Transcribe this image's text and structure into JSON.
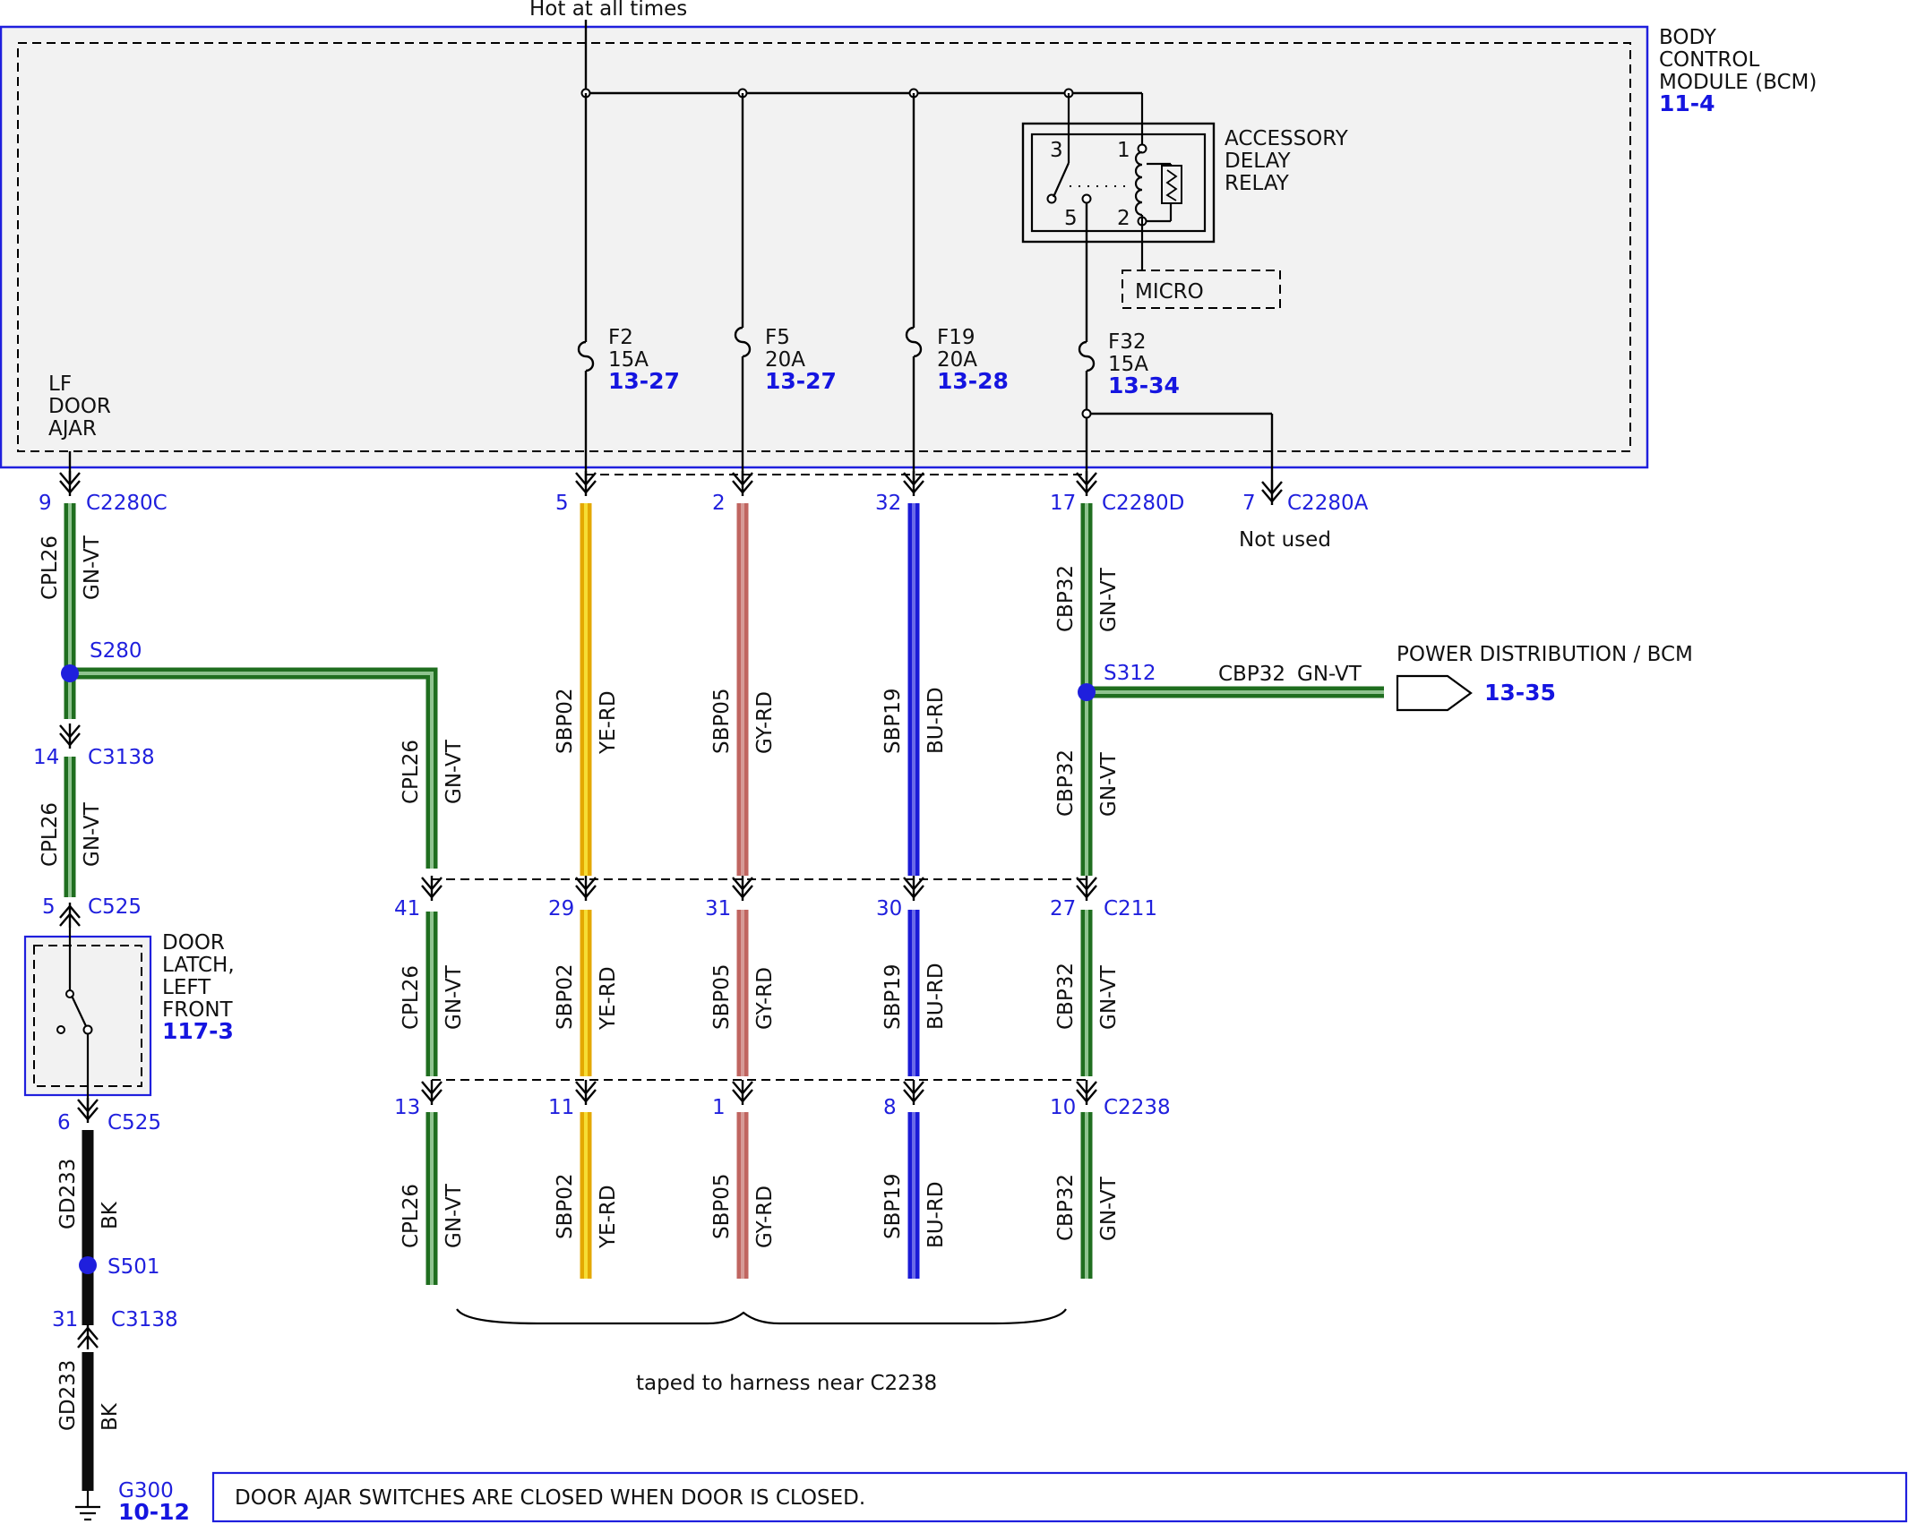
{
  "colors": {
    "GN-VT": [
      "#1f6e1f",
      "#8fc38f"
    ],
    "YE-RD": [
      "#e4a800",
      "#f6dd35"
    ],
    "GY-RD": [
      "#c06560",
      "#d69a96"
    ],
    "BU-RD": [
      "#1a1ad6",
      "#6a6ae8"
    ],
    "BK": [
      "#0c0c0c",
      "#0c0c0c"
    ],
    "accent_blue": "#1f1fdd"
  },
  "header": {
    "hot_label": "Hot at all times"
  },
  "bcm": {
    "name_lines": [
      "BODY",
      "CONTROL",
      "MODULE (BCM)"
    ],
    "ref": "11-4"
  },
  "lf_door_ajar": [
    "LF",
    "DOOR",
    "AJAR"
  ],
  "relay": {
    "name_lines": [
      "ACCESSORY",
      "DELAY",
      "RELAY"
    ],
    "pins": [
      "3",
      "1",
      "5",
      "2"
    ],
    "micro": "MICRO"
  },
  "fuses": [
    {
      "name": "F2",
      "rating": "15A",
      "ref": "13-27"
    },
    {
      "name": "F5",
      "rating": "20A",
      "ref": "13-27"
    },
    {
      "name": "F19",
      "rating": "20A",
      "ref": "13-28"
    },
    {
      "name": "F32",
      "rating": "15A",
      "ref": "13-34"
    }
  ],
  "connectors": {
    "c2280c": {
      "pin": "9",
      "name": "C2280C"
    },
    "c2280d_row": {
      "pins": [
        "5",
        "2",
        "32",
        "17"
      ],
      "name": "C2280D"
    },
    "c2280a": {
      "pin": "7",
      "name": "C2280A",
      "note": "Not used"
    },
    "c3138_top": {
      "pin": "14",
      "name": "C3138"
    },
    "c525_top": {
      "pin": "5",
      "name": "C525"
    },
    "c525_bottom": {
      "pin": "6",
      "name": "C525"
    },
    "c211_row": {
      "pins": [
        "41",
        "29",
        "31",
        "30",
        "27"
      ],
      "name": "C211"
    },
    "c2238_row": {
      "pins": [
        "13",
        "11",
        "1",
        "8",
        "10"
      ],
      "name": "C2238"
    },
    "c3138_bottom": {
      "pin": "31",
      "name": "C3138"
    }
  },
  "splices": {
    "s280": "S280",
    "s312": "S312",
    "s501": "S501"
  },
  "wires": {
    "cpl26": {
      "circuit": "CPL26",
      "color": "GN-VT"
    },
    "sbp02": {
      "circuit": "SBP02",
      "color": "YE-RD"
    },
    "sbp05": {
      "circuit": "SBP05",
      "color": "GY-RD"
    },
    "sbp19": {
      "circuit": "SBP19",
      "color": "BU-RD"
    },
    "cbp32": {
      "circuit": "CBP32",
      "color": "GN-VT"
    },
    "gd233": {
      "circuit": "GD233",
      "color": "BK"
    }
  },
  "power_dist": {
    "label": "POWER DISTRIBUTION / BCM",
    "ref": "13-35",
    "circuit": "CBP32",
    "color": "GN-VT"
  },
  "door_latch": {
    "name_lines": [
      "DOOR",
      "LATCH,",
      "LEFT",
      "FRONT"
    ],
    "ref": "117-3"
  },
  "ground": {
    "name": "G300",
    "ref": "10-12"
  },
  "taped_note": "taped to harness near C2238",
  "note_box": "DOOR AJAR SWITCHES ARE CLOSED WHEN DOOR IS CLOSED."
}
